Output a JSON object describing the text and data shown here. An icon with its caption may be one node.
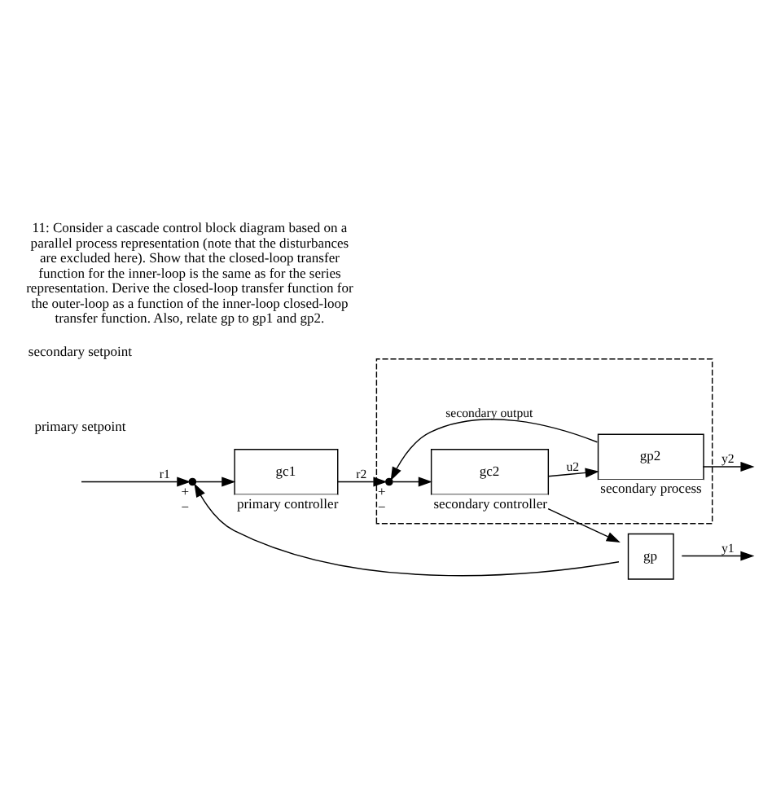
{
  "diagram": {
    "title": "11: Consider a cascade control block diagram based on a parallel process representation (note that the disturbances are excluded here). Show that the closed-loop transfer function for the inner-loop is the same as for the series representation. Derive the closed-loop transfer function for the outer-loop as a function of the inner-loop closed-loop transfer function. Also, relate gp to gp1 and gp2.",
    "nodes": [
      {
        "text": [],
        "shape": "box"
      },
      {
        "text": [],
        "shape": "point",
        "beside": [
          "+",
          "−"
        ]
      },
      {
        "text": [
          "gc1"
        ],
        "beside": [
          "primary controller"
        ]
      },
      {
        "text": [],
        "shape": "point",
        "beside": [
          "+",
          "−"
        ],
        "in": 0
      },
      {
        "text": [
          "gc2"
        ],
        "beside": [
          "secondary controller"
        ],
        "in": 0
      },
      {
        "text": [
          "gp2"
        ],
        "beside": [
          "secondary process"
        ],
        "in": 0
      },
      {
        "text": [
          "gp"
        ]
      }
    ],
    "edges": [
      {
        "from": null,
        "to": 1,
        "arrow": "to",
        "label": "r1"
      },
      {
        "from": 1,
        "to": 2,
        "arrow": "to"
      },
      {
        "from": 2,
        "to": 3,
        "arrow": "to",
        "label": "r2"
      },
      {
        "from": 3,
        "to": 4,
        "arrow": "to"
      },
      {
        "from": 4,
        "to": 5,
        "arrow": "to",
        "label": "u2"
      },
      {
        "from": 4,
        "to": 6,
        "arrow": "to"
      },
      {
        "from": 5,
        "to": null,
        "arrow": "to",
        "label": "y2"
      },
      {
        "from": 5,
        "to": 3,
        "arrow": "to",
        "label": "secondary output"
      },
      {
        "from": 6,
        "to": null,
        "arrow": "to",
        "label": "y1"
      },
      {
        "from": 6,
        "to": 1,
        "arrow": "to"
      }
    ],
    "labels": [
      "primary setpoint",
      "secondary setpoint"
    ]
  }
}
